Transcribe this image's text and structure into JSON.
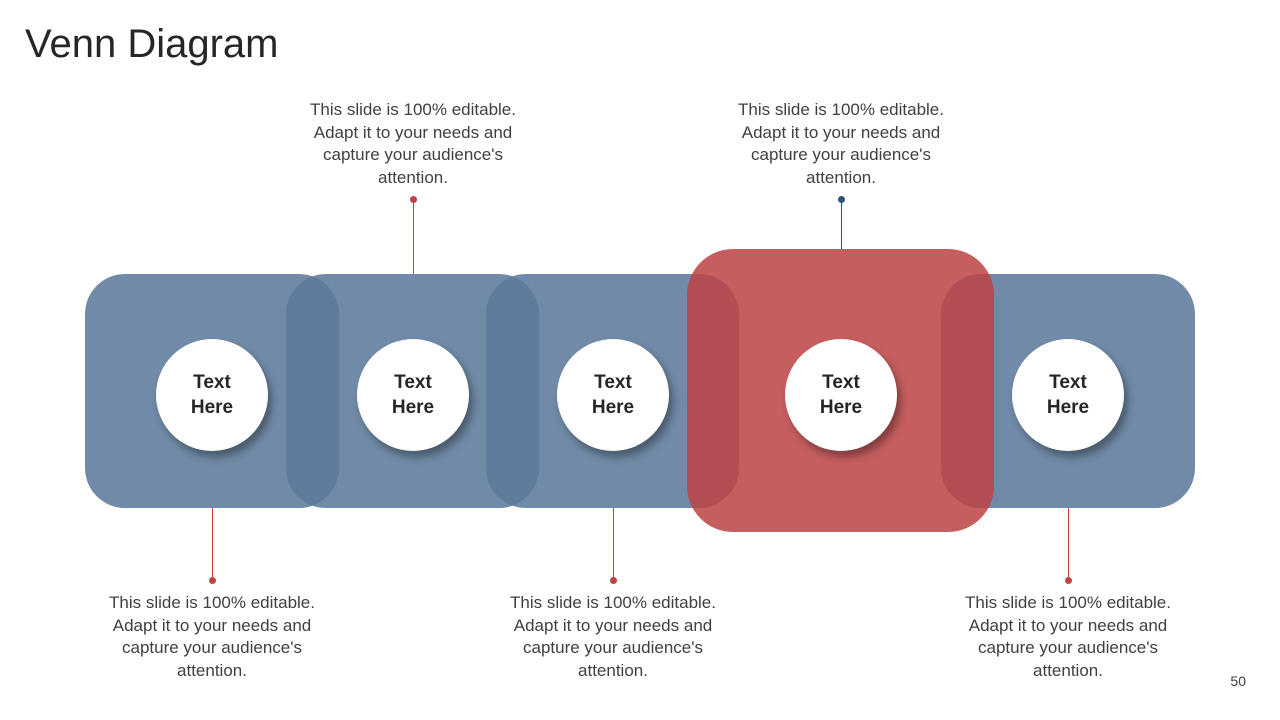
{
  "slide": {
    "title": "Venn Diagram",
    "page_number": "50"
  },
  "colors": {
    "blue": "#5c7a9b",
    "red": "#bd4345",
    "connector_red": "#bd4345",
    "connector_blue": "#2e5378"
  },
  "nodes": [
    {
      "label": "Text\nHere"
    },
    {
      "label": "Text\nHere"
    },
    {
      "label": "Text\nHere"
    },
    {
      "label": "Text\nHere"
    },
    {
      "label": "Text\nHere"
    }
  ],
  "callouts": {
    "top_1": "This slide is 100% editable. Adapt it to your needs and capture your audience's attention.",
    "top_2": "This slide is 100% editable. Adapt it to your needs and capture your audience's attention.",
    "bottom_1": "This slide is 100% editable. Adapt it to your needs and capture your audience's attention.",
    "bottom_2": "This slide is 100% editable. Adapt it to your needs and capture your audience's attention.",
    "bottom_3": "This slide is 100% editable. Adapt it to your needs and capture your audience's attention."
  }
}
